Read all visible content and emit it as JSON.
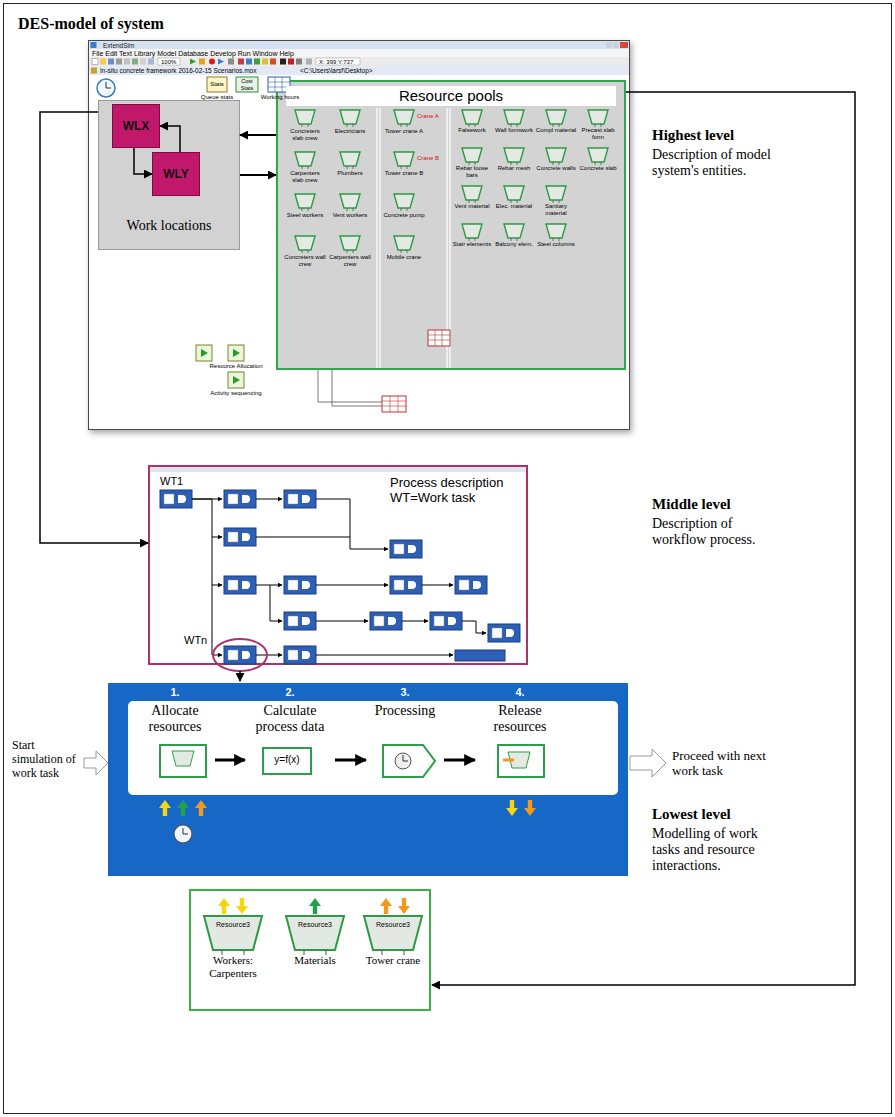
{
  "diagram": {
    "title": "DES-model of system",
    "nodes": [
      {
        "text": [
          "ExtendSim"
        ]
      },
      {
        "text": [
          "Work locations"
        ],
        "in": 0
      },
      {
        "text": [
          "WLX"
        ],
        "in": 1
      },
      {
        "text": [
          "WLY"
        ],
        "in": 1
      },
      {
        "text": [
          "Resource pools"
        ],
        "in": 0
      },
      {
        "text": [
          "Process description",
          "WT=Work task"
        ]
      },
      {
        "text": [
          "1.",
          "Allocate resources"
        ]
      },
      {
        "text": [
          "2.",
          "Calculate process data"
        ]
      },
      {
        "text": [
          "3.",
          "Processing"
        ]
      },
      {
        "text": [
          "4.",
          "Release resources"
        ]
      },
      {
        "text": [
          "Resource3",
          "Workers: Carpenters"
        ]
      },
      {
        "text": [
          "Resource3",
          "Materials"
        ]
      },
      {
        "text": [
          "Resource3",
          "Tower crane"
        ]
      }
    ],
    "edges": [
      {
        "from": 2,
        "to": 3,
        "arrow": "to"
      },
      {
        "from": 3,
        "to": 2,
        "arrow": "to"
      },
      {
        "from": 4,
        "to": 1,
        "arrow": "to"
      },
      {
        "from": 1,
        "to": 4,
        "arrow": "to"
      },
      {
        "from": 1,
        "to": 5,
        "arrow": "to"
      },
      {
        "from": 6,
        "to": 7,
        "arrow": "to"
      },
      {
        "from": 7,
        "to": 8,
        "arrow": "to"
      },
      {
        "from": 8,
        "to": 9,
        "arrow": "to"
      }
    ],
    "labels": [
      "File Edit Text Library Model Database Develop Run Window Help",
      "100%",
      "X: 399 Y:737",
      "In-situ concrete framework 2016-02-15 Scenarios.mox",
      "<C:\\Users\\larsf\\Desktop>",
      "Stats",
      "Queue stats",
      "Cost Stats",
      "Working hours",
      "Resource Allocation",
      "Activity sequencing",
      "Concreters slab crew",
      "Electricians",
      "Carpenters slab crew",
      "Plumbers",
      "Steel workers",
      "Vent workers",
      "Concreters wall crew",
      "Carpenters wall crew",
      "Tower crane A",
      "Tower crane B",
      "Concrete pump",
      "Mobile crane",
      "Crane A",
      "Crane B",
      "Falsework",
      "Wall formwork",
      "Compl material",
      "Precast slab form",
      "Rebar loose bars",
      "Rebar mesh",
      "Concrete walls",
      "Concrete slab",
      "Vent material",
      "Elec. material",
      "Sanitary material",
      "Stair elements",
      "Balcony elem.",
      "Steel columns",
      "Highest level",
      "Description of model system's entities.",
      "Middle level",
      "Description of workflow process.",
      "Lowest level",
      "Modelling of work tasks and resource interactions.",
      "WT1",
      "WTn",
      "y=f(x)",
      "Start simulation of work task",
      "Proceed with next work task"
    ]
  }
}
